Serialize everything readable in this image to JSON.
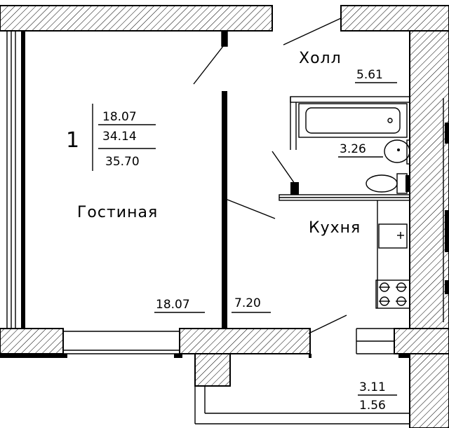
{
  "apartment": {
    "rooms_count": "1",
    "living_area": "18.07",
    "total_area_no_balcony": "34.14",
    "total_area": "35.70"
  },
  "rooms": {
    "hall": {
      "name": "Холл",
      "area": "5.61"
    },
    "bathroom": {
      "area": "3.26"
    },
    "living": {
      "name": "Гостиная",
      "area": "18.07"
    },
    "kitchen": {
      "name": "Кухня",
      "area": "7.20"
    },
    "balcony": {
      "area": "3.11",
      "area_reduced": "1.56"
    }
  },
  "colors": {
    "line": "#000000",
    "background": "#ffffff"
  }
}
